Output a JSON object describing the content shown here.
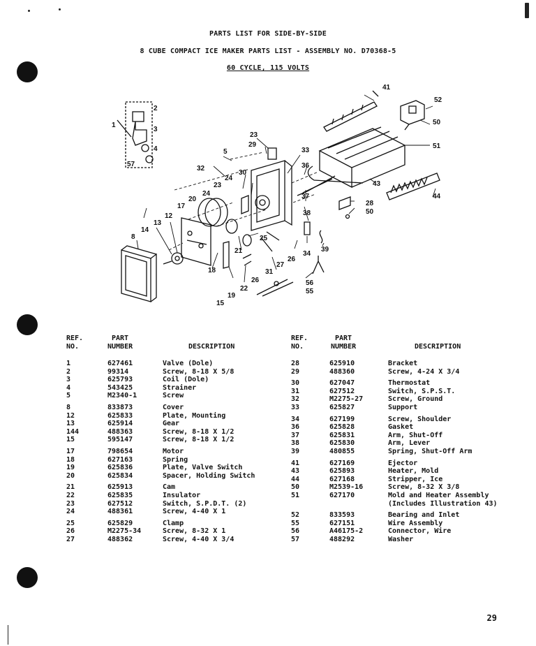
{
  "header": {
    "line1": "PARTS LIST FOR SIDE-BY-SIDE",
    "line2": "8 CUBE COMPACT ICE MAKER PARTS LIST - ASSEMBLY NO. D70368-5",
    "line3": "60 CYCLE, 115 VOLTS"
  },
  "diagram_callouts": [
    "1",
    "2",
    "3",
    "4",
    "57",
    "5",
    "8",
    "12",
    "13",
    "14",
    "15",
    "17",
    "18",
    "19",
    "20",
    "21",
    "22",
    "23",
    "23",
    "24",
    "24",
    "25",
    "26",
    "26",
    "27",
    "28",
    "29",
    "30",
    "31",
    "32",
    "33",
    "34",
    "36",
    "37",
    "38",
    "39",
    "41",
    "43",
    "44",
    "50",
    "50",
    "51",
    "52",
    "55",
    "56"
  ],
  "table_headers": {
    "ref_line1": "REF.",
    "ref_line2": "NO.",
    "part_line1": "PART",
    "part_line2": "NUMBER",
    "description": "DESCRIPTION"
  },
  "left_parts": [
    {
      "ref": "1",
      "part": "627461",
      "desc": "Valve (Dole)"
    },
    {
      "ref": "2",
      "part": "99314",
      "desc": "Screw, 8-18 X 5/8"
    },
    {
      "ref": "3",
      "part": "625793",
      "desc": "Coil (Dole)"
    },
    {
      "ref": "4",
      "part": "543425",
      "desc": "Strainer"
    },
    {
      "ref": "5",
      "part": "M2340-1",
      "desc": "Screw"
    },
    {
      "ref": "8",
      "part": "833873",
      "desc": "Cover"
    },
    {
      "ref": "12",
      "part": "625833",
      "desc": "Plate, Mounting"
    },
    {
      "ref": "13",
      "part": "625914",
      "desc": "Gear"
    },
    {
      "ref": "144",
      "part": "488363",
      "desc": "Screw, 8-18 X 1/2"
    },
    {
      "ref": "15",
      "part": "595147",
      "desc": "Screw, 8-18 X 1/2"
    },
    {
      "ref": "17",
      "part": "798654",
      "desc": "Motor"
    },
    {
      "ref": "18",
      "part": "627163",
      "desc": "Spring"
    },
    {
      "ref": "19",
      "part": "625836",
      "desc": "Plate, Valve Switch"
    },
    {
      "ref": "20",
      "part": "625834",
      "desc": "Spacer, Holding Switch"
    },
    {
      "ref": "21",
      "part": "625913",
      "desc": "Cam"
    },
    {
      "ref": "22",
      "part": "625835",
      "desc": "Insulator"
    },
    {
      "ref": "23",
      "part": "627512",
      "desc": "Switch, S.P.D.T. (2)"
    },
    {
      "ref": "24",
      "part": "488361",
      "desc": "Screw, 4-40 X 1"
    },
    {
      "ref": "25",
      "part": "625829",
      "desc": "Clamp"
    },
    {
      "ref": "26",
      "part": "M2275-34",
      "desc": "Screw, 8-32 X 1"
    },
    {
      "ref": "27",
      "part": "488362",
      "desc": "Screw, 4-40 X 3/4"
    }
  ],
  "right_parts": [
    {
      "ref": "28",
      "part": "625910",
      "desc": "Bracket"
    },
    {
      "ref": "29",
      "part": "488360",
      "desc": "Screw, 4-24 X 3/4"
    },
    {
      "ref": "30",
      "part": "627047",
      "desc": "Thermostat"
    },
    {
      "ref": "31",
      "part": "627512",
      "desc": "Switch, S.P.S.T."
    },
    {
      "ref": "32",
      "part": "M2275-27",
      "desc": "Screw, Ground"
    },
    {
      "ref": "33",
      "part": "625827",
      "desc": "Support"
    },
    {
      "ref": "34",
      "part": "627199",
      "desc": "Screw, Shoulder"
    },
    {
      "ref": "36",
      "part": "625828",
      "desc": "Gasket"
    },
    {
      "ref": "37",
      "part": "625831",
      "desc": "Arm, Shut-Off"
    },
    {
      "ref": "38",
      "part": "625830",
      "desc": "Arm, Lever"
    },
    {
      "ref": "39",
      "part": "480855",
      "desc": "Spring, Shut-Off Arm"
    },
    {
      "ref": "41",
      "part": "627169",
      "desc": "Ejector"
    },
    {
      "ref": "43",
      "part": "625893",
      "desc": "Heater, Mold"
    },
    {
      "ref": "44",
      "part": "627168",
      "desc": "Stripper, Ice"
    },
    {
      "ref": "50",
      "part": "M2539-16",
      "desc": "Screw, 8-32 X 3/8"
    },
    {
      "ref": "51",
      "part": "627170",
      "desc": "Mold and Heater Assembly"
    },
    {
      "ref": "",
      "part": "",
      "desc": "(Includes Illustration 43)"
    },
    {
      "ref": "52",
      "part": "833593",
      "desc": "Bearing and Inlet"
    },
    {
      "ref": "55",
      "part": "627151",
      "desc": "Wire Assembly"
    },
    {
      "ref": "56",
      "part": "A46175-2",
      "desc": "Connector, Wire"
    },
    {
      "ref": "57",
      "part": "488292",
      "desc": "Washer"
    }
  ],
  "page_number": "29"
}
